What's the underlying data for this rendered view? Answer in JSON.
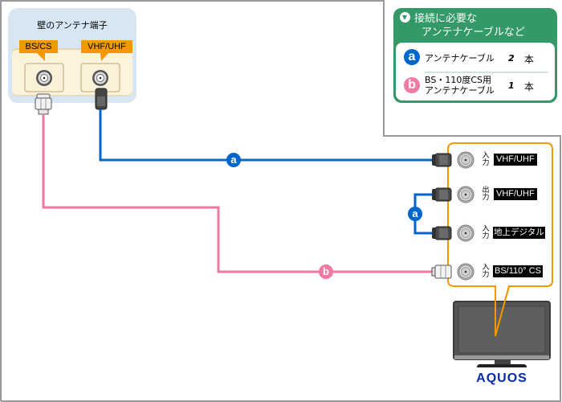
{
  "wall_outlet": {
    "title": "壁のアンテナ端子",
    "ports": [
      {
        "label": "BS/CS",
        "cable": "b"
      },
      {
        "label": "VHF/UHF",
        "cable": "a"
      }
    ]
  },
  "legend": {
    "title_line1": "接続に必要な",
    "title_line2": "アンテナケーブルなど",
    "items": [
      {
        "badge": "a",
        "name_line1": "アンテナケーブル",
        "name_line2": "",
        "qty": "2",
        "unit": "本",
        "color": "#0066cc"
      },
      {
        "badge": "b",
        "name_line1": "BS・110度CS用",
        "name_line2": "アンテナケーブル",
        "qty": "1",
        "unit": "本",
        "color": "#f07aa0"
      }
    ]
  },
  "cables": {
    "a_label": "a",
    "b_label": "b",
    "a_color": "#0066cc",
    "b_color": "#f07aa0"
  },
  "tv_ports": [
    {
      "io_line1": "入",
      "io_line2": "力",
      "label": "VHF/UHF",
      "cable": "a"
    },
    {
      "io_line1": "出",
      "io_line2": "力",
      "label": "VHF/UHF",
      "cable": "a"
    },
    {
      "io_line1": "入",
      "io_line2": "力",
      "label": "地上デジタル",
      "cable": "a"
    },
    {
      "io_line1": "入",
      "io_line2": "力",
      "label": "BS/110° CS",
      "cable": "b"
    }
  ],
  "tv": {
    "brand": "AQUOS",
    "brand_color": "#0a2aa8"
  },
  "colors": {
    "legend_green": "#339966",
    "wall_bg": "#d6e6f2",
    "wall_plate": "#fbf3dc",
    "port_tag": "#f39800",
    "callout": "#f39800",
    "frame": "#999999"
  }
}
